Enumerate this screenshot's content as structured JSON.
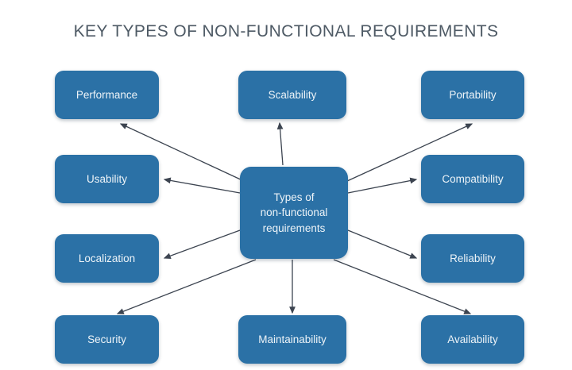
{
  "title": "KEY TYPES OF NON-FUNCTIONAL REQUIREMENTS",
  "colors": {
    "background": "#ffffff",
    "node_fill": "#2b71a6",
    "node_text": "#eef4f8",
    "title_text": "#4e5a65",
    "edge_stroke": "#3c4450"
  },
  "center": {
    "label": "Types of non-functional requirements",
    "line1": "Types of",
    "line2": "non-functional",
    "line3": "requirements"
  },
  "nodes": [
    {
      "id": "performance",
      "label": "Performance",
      "position": "top-left"
    },
    {
      "id": "scalability",
      "label": "Scalability",
      "position": "top-center"
    },
    {
      "id": "portability",
      "label": "Portability",
      "position": "top-right"
    },
    {
      "id": "usability",
      "label": "Usability",
      "position": "middle-left-upper"
    },
    {
      "id": "compatibility",
      "label": "Compatibility",
      "position": "middle-right-upper"
    },
    {
      "id": "localization",
      "label": "Localization",
      "position": "middle-left-lower"
    },
    {
      "id": "reliability",
      "label": "Reliability",
      "position": "middle-right-lower"
    },
    {
      "id": "security",
      "label": "Security",
      "position": "bottom-left"
    },
    {
      "id": "maintainability",
      "label": "Maintainability",
      "position": "bottom-center"
    },
    {
      "id": "availability",
      "label": "Availability",
      "position": "bottom-right"
    }
  ],
  "edges": [
    {
      "from": "center",
      "to": "performance"
    },
    {
      "from": "center",
      "to": "scalability"
    },
    {
      "from": "center",
      "to": "portability"
    },
    {
      "from": "center",
      "to": "usability"
    },
    {
      "from": "center",
      "to": "compatibility"
    },
    {
      "from": "center",
      "to": "localization"
    },
    {
      "from": "center",
      "to": "reliability"
    },
    {
      "from": "center",
      "to": "security"
    },
    {
      "from": "center",
      "to": "maintainability"
    },
    {
      "from": "center",
      "to": "availability"
    }
  ]
}
